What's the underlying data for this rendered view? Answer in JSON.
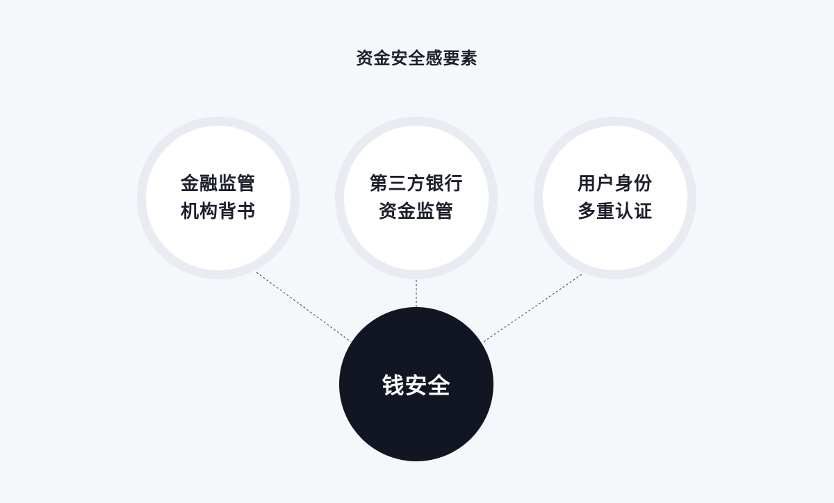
{
  "title": "资金安全感要素",
  "nodes": [
    {
      "line1": "金融监管",
      "line2": "机构背书"
    },
    {
      "line1": "第三方银行",
      "line2": "资金监管"
    },
    {
      "line1": "用户身份",
      "line2": "多重认证"
    }
  ],
  "center": {
    "label": "钱安全"
  },
  "colors": {
    "background": "#f6f7fb",
    "ring": "#e9ebf2",
    "node_fill": "#ffffff",
    "center_fill": "#121522",
    "text_dark": "#1c1f2b",
    "text_light": "#ffffff",
    "connector": "#555a66"
  }
}
